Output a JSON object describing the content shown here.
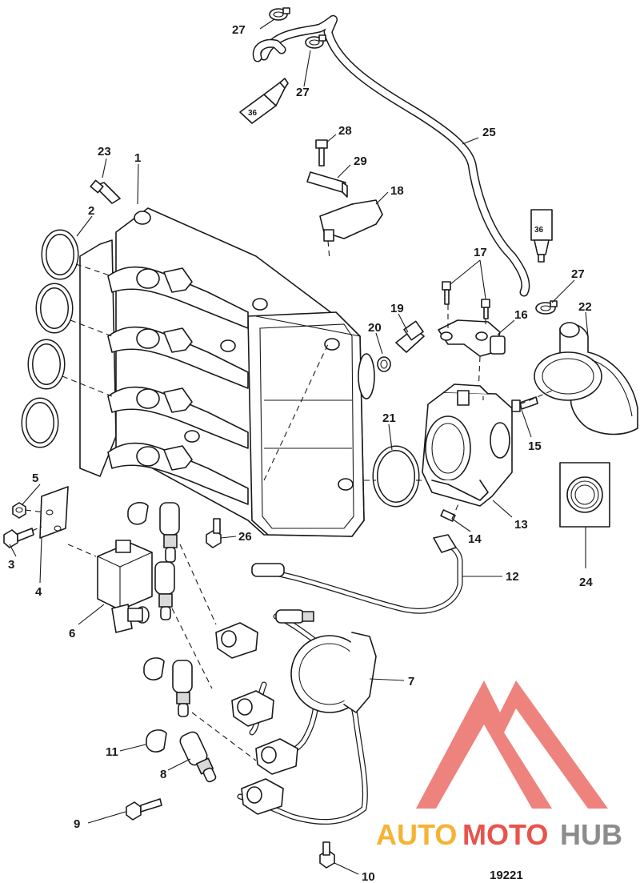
{
  "diagram": {
    "figure_id": "19221",
    "callouts": [
      "1",
      "2",
      "3",
      "4",
      "5",
      "6",
      "7",
      "8",
      "9",
      "10",
      "11",
      "12",
      "13",
      "14",
      "15",
      "16",
      "17",
      "18",
      "19",
      "20",
      "21",
      "22",
      "23",
      "24",
      "25",
      "26",
      "27",
      "28",
      "29"
    ],
    "sealant_label": "36"
  },
  "watermark": {
    "part1": "AUTO",
    "part2": "MOTO",
    "part3": "HUB",
    "colors": {
      "auto": "#f5b335",
      "moto": "#e8534c",
      "hub": "#8c8c8c",
      "logo": "#e8534c"
    }
  }
}
